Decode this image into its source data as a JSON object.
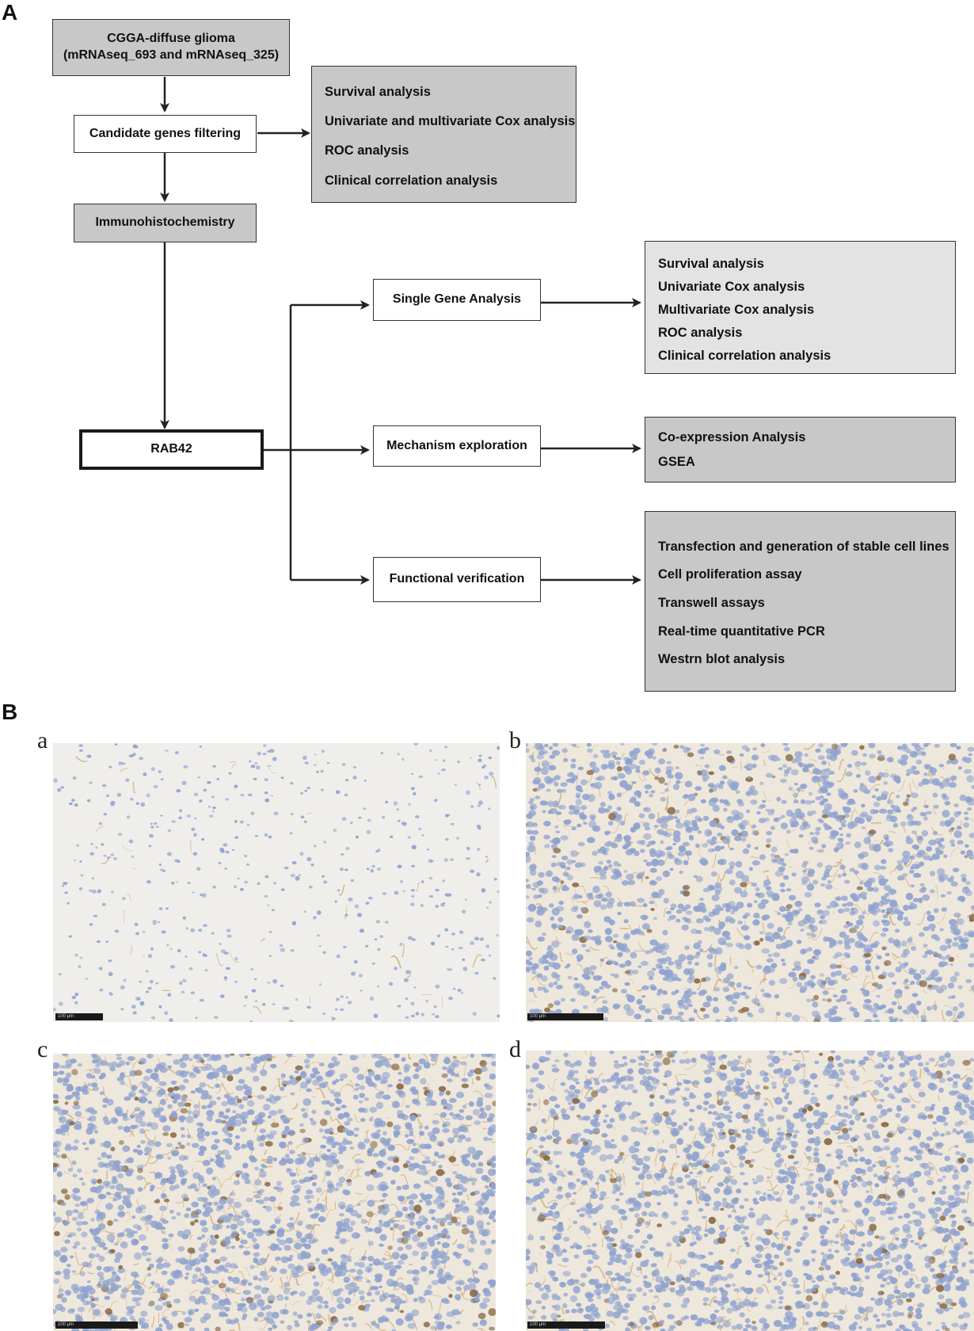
{
  "panel_a": {
    "label": "A",
    "source_box": {
      "line1": "CGGA-diffuse glioma",
      "line2": "(mRNAseq_693 and mRNAseq_325)"
    },
    "candidate_box": "Candidate genes filtering",
    "candidate_results": [
      "Survival analysis",
      "Univariate and multivariate Cox analysis",
      "ROC  analysis",
      "Clinical correlation analysis"
    ],
    "ihc_box": "Immunohistochemistry",
    "gene_box": "RAB42",
    "single_gene_box": "Single Gene Analysis",
    "single_gene_results": [
      "Survival analysis",
      "Univariate Cox analysis",
      "Multivariate Cox analysis",
      "ROC analysis",
      "Clinical correlation analysis"
    ],
    "mechanism_box": "Mechanism exploration",
    "mechanism_results": [
      "Co-expression Analysis",
      "GSEA"
    ],
    "functional_box": "Functional verification",
    "functional_results": [
      "Transfection and generation of stable cell lines",
      "Cell proliferation assay",
      "Transwell assays",
      "Real-time quantitative PCR",
      "Westrn blot analysis"
    ]
  },
  "panel_b": {
    "label": "B",
    "images": [
      {
        "letter": "a",
        "scale": "100 μm",
        "stain_level": 0.05
      },
      {
        "letter": "b",
        "scale": "100 μm",
        "stain_level": 0.45
      },
      {
        "letter": "c",
        "scale": "100 μm",
        "stain_level": 0.65
      },
      {
        "letter": "d",
        "scale": "100 μm",
        "stain_level": 0.55
      }
    ]
  },
  "colors": {
    "box_gray": "#c8c8c8",
    "box_lightgray": "#e3e3e3",
    "arrow": "#222222",
    "nucleus": "#8fa3cf",
    "dab_stain": "#c9a265",
    "tissue_background": "#efeeeb"
  }
}
